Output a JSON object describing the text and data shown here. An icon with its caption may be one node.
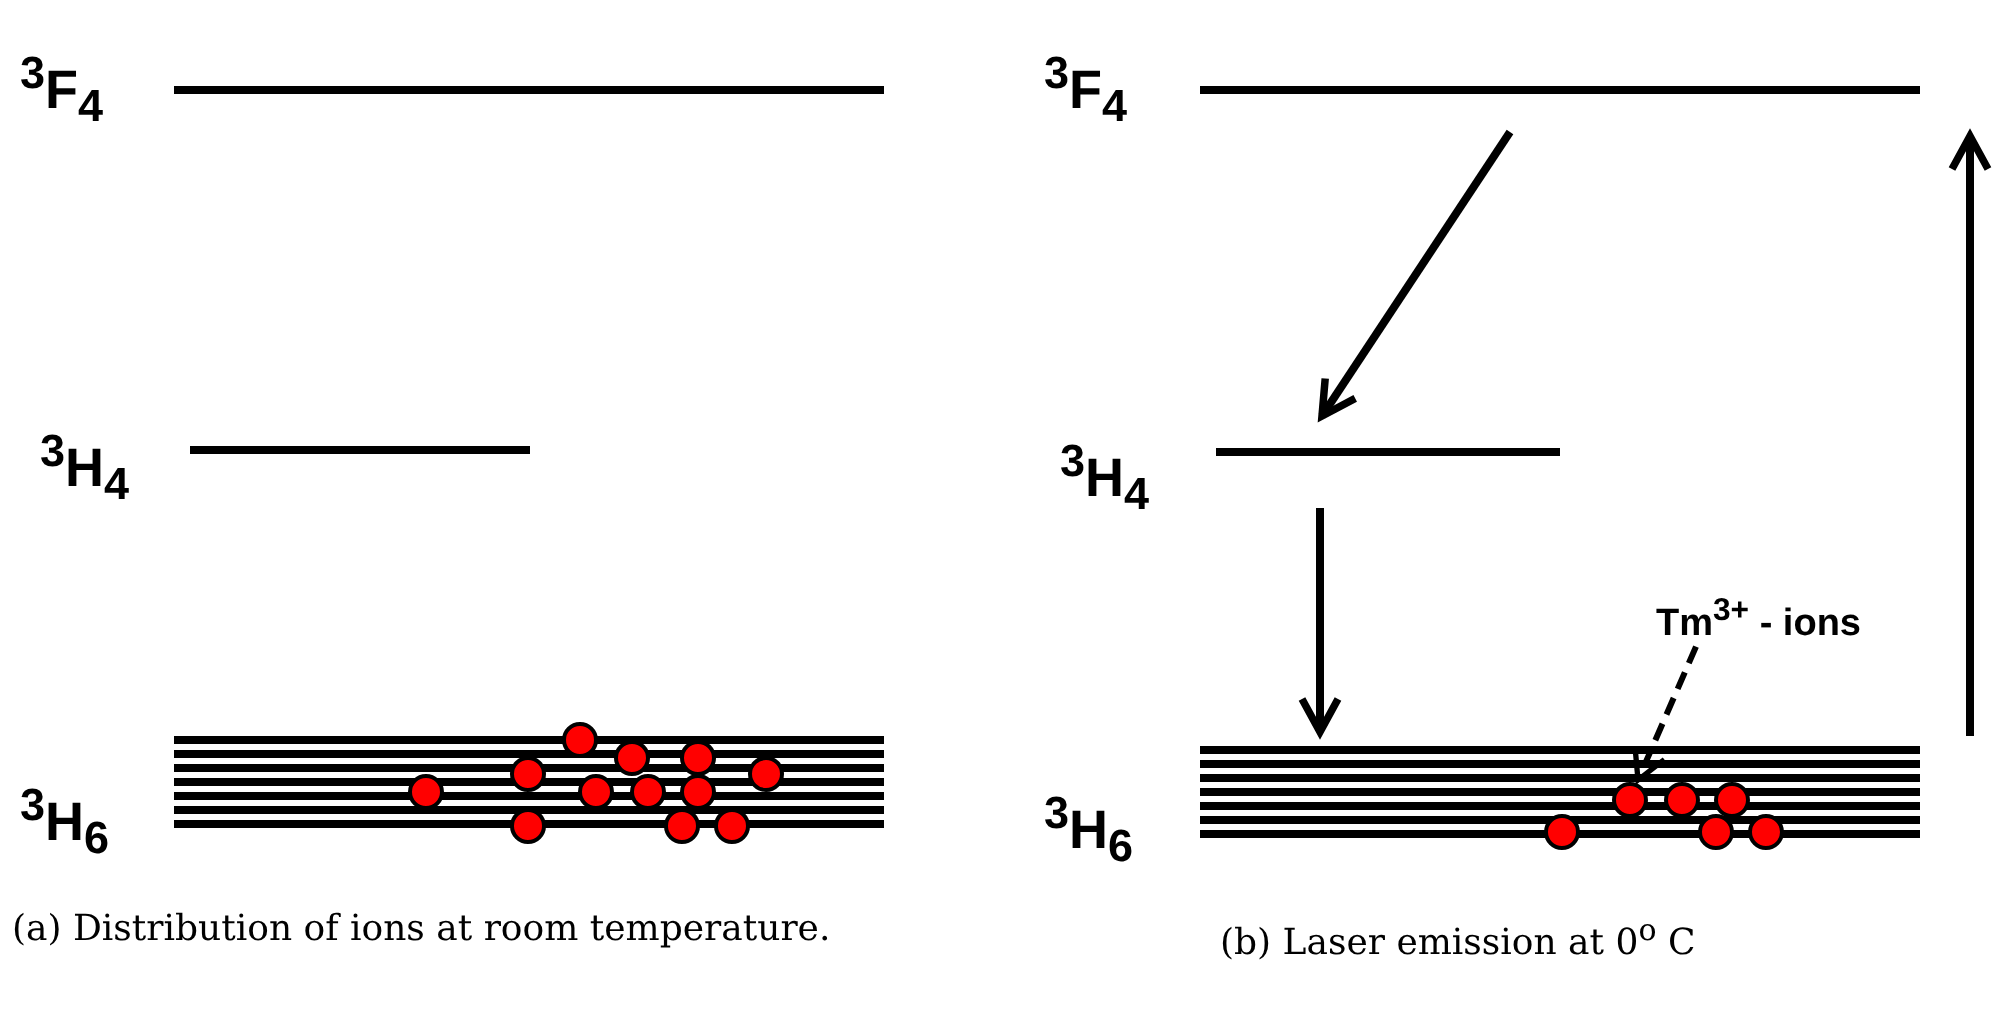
{
  "diagram": {
    "nodes": [
      {
        "text": [
          "$^{3}$F$_{4}$"
        ]
      },
      {
        "text": [
          "$^{3}$H$_{4}$"
        ]
      },
      {
        "text": [
          "$^{3}$H$_{6}$"
        ]
      },
      {
        "text": [
          "$^{3}$F$_{4}$"
        ]
      },
      {
        "text": [
          "$^{3}$H$_{4}$"
        ]
      },
      {
        "text": [
          "$^{3}$H$_{6}$"
        ]
      },
      {
        "text": [
          "Tm$^{3+}$ - ions"
        ]
      },
      {
        "text": [],
        "shape": "circle",
        "in": 2
      },
      {
        "text": [],
        "shape": "circle",
        "in": 2
      },
      {
        "text": [],
        "shape": "circle",
        "in": 2
      },
      {
        "text": [],
        "shape": "circle",
        "in": 2
      },
      {
        "text": [],
        "shape": "circle",
        "in": 2
      },
      {
        "text": [],
        "shape": "circle",
        "in": 2
      },
      {
        "text": [],
        "shape": "circle",
        "in": 2
      },
      {
        "text": [],
        "shape": "circle",
        "in": 2
      },
      {
        "text": [],
        "shape": "circle",
        "in": 2
      },
      {
        "text": [],
        "shape": "circle",
        "in": 2
      },
      {
        "text": [],
        "shape": "circle",
        "in": 2
      },
      {
        "text": [],
        "shape": "circle",
        "in": 2
      },
      {
        "text": [],
        "shape": "circle",
        "in": 5
      },
      {
        "text": [],
        "shape": "circle",
        "in": 5
      },
      {
        "text": [],
        "shape": "circle",
        "in": 5
      },
      {
        "text": [],
        "shape": "circle",
        "in": 5
      },
      {
        "text": [],
        "shape": "circle",
        "in": 5
      },
      {
        "text": [],
        "shape": "circle",
        "in": 5
      }
    ],
    "edges": [
      {
        "from": 3,
        "to": 4,
        "arrow": "to"
      },
      {
        "from": 4,
        "to": 5,
        "arrow": "to"
      },
      {
        "from": 5,
        "to": 3,
        "arrow": "to"
      },
      {
        "from": 6,
        "to": 20,
        "arrow": "to",
        "style": "dashed"
      }
    ],
    "labels": [
      "(a) Distribution of ions at room temperature.",
      "(b) Laser emission at 0$^{o}$ C"
    ]
  }
}
